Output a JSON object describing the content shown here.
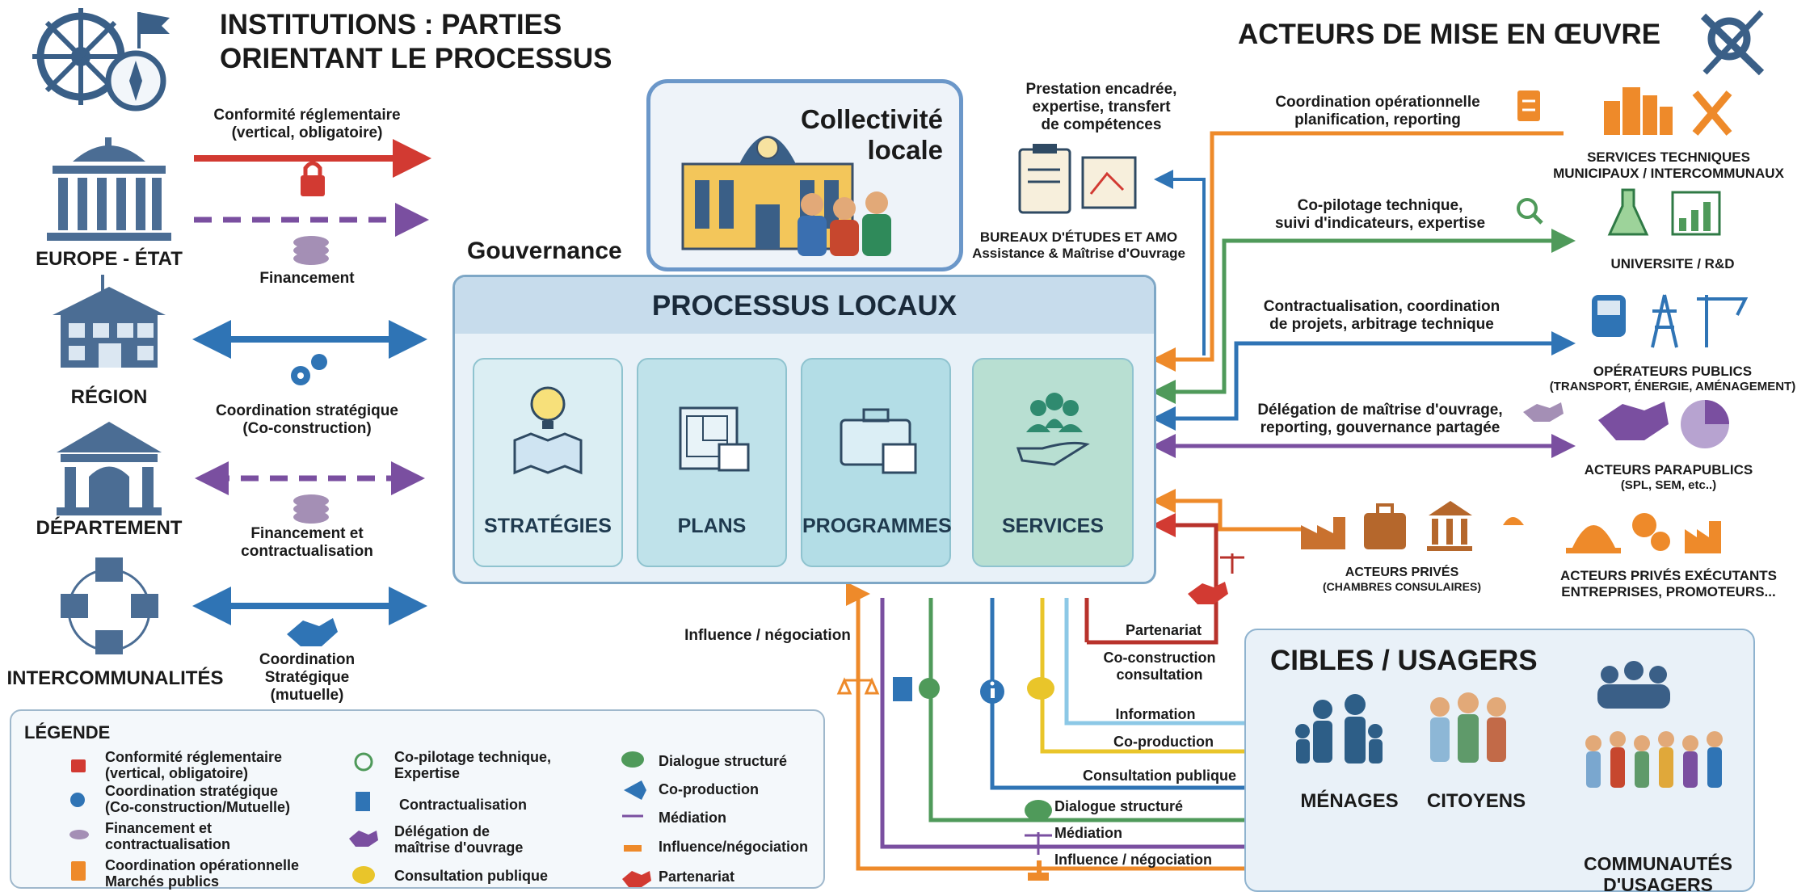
{
  "left_title": [
    "INSTITUTIONS : PARTIES",
    "ORIENTANT LE PROCESSUS"
  ],
  "right_title": "ACTEURS DE MISE EN ŒUVRE",
  "institutions": [
    "EUROPE - ÉTAT",
    "RÉGION",
    "DÉPARTEMENT",
    "INTERCOMMUNALITÉS"
  ],
  "left_arrows": {
    "conformite": [
      "Conformité réglementaire",
      "(vertical, obligatoire)"
    ],
    "financement": "Financement",
    "coordination": [
      "Coordination stratégique",
      "(Co-construction)"
    ],
    "financement_contract": [
      "Financement et",
      "contractualisation"
    ],
    "coordination_mutuelle": [
      "Coordination",
      "Stratégique",
      "(mutuelle)"
    ]
  },
  "collectivite": [
    "Collectivité",
    "locale"
  ],
  "gouvernance": "Gouvernance",
  "processus_title": "PROCESSUS LOCAUX",
  "steps": [
    "STRATÉGIES",
    "PLANS",
    "PROGRAMMES",
    "SERVICES"
  ],
  "bureaux": {
    "prestation": [
      "Prestation encadrée,",
      "expertise, transfert",
      "de compétences"
    ],
    "label": [
      "BUREAUX D'ÉTUDES ET AMO",
      "Assistance & Maîtrise d'Ouvrage"
    ]
  },
  "right_flows": {
    "coord_op": [
      "Coordination opérationnelle",
      "planification, reporting"
    ],
    "copilotage": [
      "Co-pilotage technique,",
      "suivi d'indicateurs, expertise"
    ],
    "contract": [
      "Contractualisation, coordination",
      "de projets, arbitrage technique"
    ],
    "delegation": [
      "Délégation de maîtrise d'ouvrage,",
      "reporting, gouvernance partagée"
    ]
  },
  "actors": {
    "services_tech": [
      "SERVICES TECHNIQUES",
      "MUNICIPAUX / INTERCOMMUNAUX"
    ],
    "universite": "UNIVERSITE / R&D",
    "operateurs": [
      "OPÉRATEURS PUBLICS",
      "(TRANSPORT, ÉNERGIE, AMÉNAGEMENT)"
    ],
    "parapublics": [
      "ACTEURS PARAPUBLICS",
      "(SPL, SEM, etc..)"
    ],
    "prives": [
      "ACTEURS PRIVÉS",
      "(CHAMBRES CONSULAIRES)"
    ],
    "prives_exec": [
      "ACTEURS PRIVÉS EXÉCUTANTS",
      "ENTREPRISES, PROMOTEURS..."
    ]
  },
  "bottom_flows": {
    "influence": "Influence / négociation",
    "partenariat": "Partenariat",
    "coconstruction": [
      "Co-construction",
      "consultation"
    ],
    "information": "Information",
    "coproduction": "Co-production",
    "consultation": "Consultation publique",
    "dialogue": "Dialogue structuré",
    "mediation": "Médiation",
    "influence2": "Influence / négociation"
  },
  "cibles": {
    "title": "CIBLES / USAGERS",
    "menages": "MÉNAGES",
    "citoyens": "CITOYENS",
    "communautes": [
      "COMMUNAUTÉS",
      "D'USAGERS"
    ]
  },
  "legend": {
    "title": "LÉGENDE",
    "col1": [
      [
        "Conformité réglementaire",
        "(vertical, obligatoire)"
      ],
      [
        "Coordination stratégique",
        "(Co-construction/Mutuelle)"
      ],
      [
        "Financement et",
        "contractualisation"
      ],
      [
        "Coordination opérationnelle",
        "Marchés publics"
      ]
    ],
    "col2": [
      [
        "Co-pilotage technique,",
        "Expertise"
      ],
      [
        "Contractualisation"
      ],
      [
        "Délégation de",
        "maîtrise d'ouvrage"
      ],
      [
        "Consultation publique"
      ]
    ],
    "col3": [
      "Dialogue structuré",
      "Co-production",
      "Médiation",
      "Influence/négociation",
      "Partenariat"
    ]
  },
  "colors": {
    "red": "#d23a32",
    "purple": "#7a4fa0",
    "blue": "#2f74b5",
    "orange": "#ee8a2a",
    "green": "#4f9a5a",
    "yellow": "#e9c52a",
    "lightblue": "#8cc8e6",
    "darkred": "#b8322b"
  }
}
